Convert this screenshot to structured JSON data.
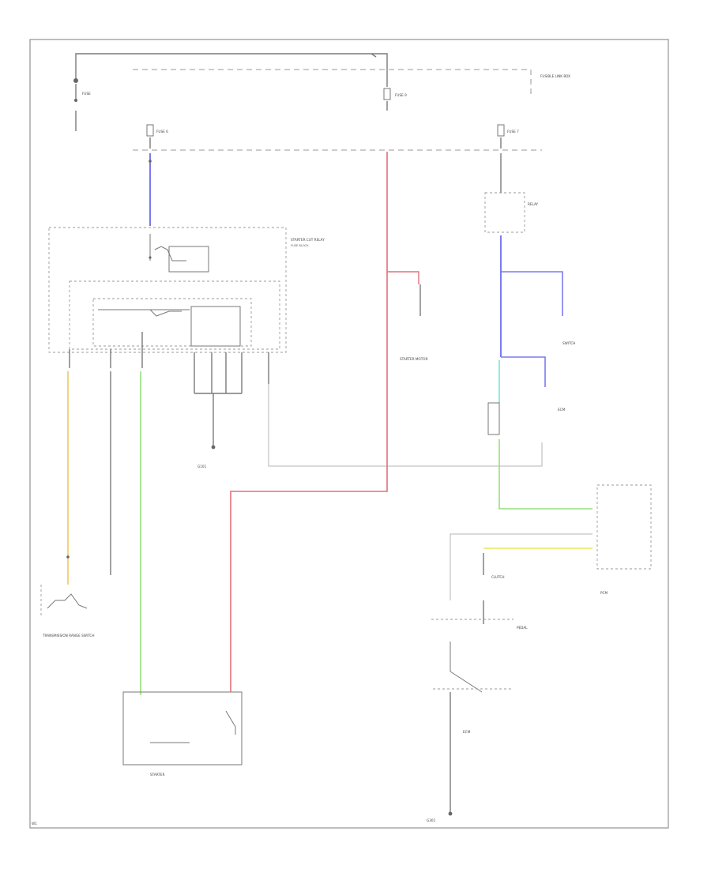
{
  "colors": {
    "wire_blue": "#7b7bef",
    "wire_red": "#e0707a",
    "wire_yellow": "#f0d070",
    "wire_yellow_bright": "#e8e85a",
    "wire_green": "#96e07a",
    "wire_cyan": "#7fe8e8",
    "wire_black": "#555555",
    "frame": "#9a9a9a"
  },
  "labels": {
    "fuse_main": "FUSE",
    "fuse_top_right": "FUSIBLE LINK BOX",
    "fuse_center": "FUSE 9",
    "fuse_left": "FUSE 6",
    "fuse_right": "FUSE 7",
    "junction_note": "FUSE BLOCK",
    "unit_left": "STARTER CUT RELAY",
    "ground_left": "G101",
    "starter_label": "STARTER",
    "relay_right": "RELAY",
    "sensor_right": "SWITCH",
    "ecm_label": "ECM",
    "pcm_label": "PCM",
    "switch_mid": "CLUTCH",
    "pedal_label": "PEDAL",
    "trans_label": "TRANSMISSION RANGE SWITCH",
    "starter_motor": "STARTER MOTOR",
    "bottom_label": "G301",
    "corner_mark": "W1"
  }
}
